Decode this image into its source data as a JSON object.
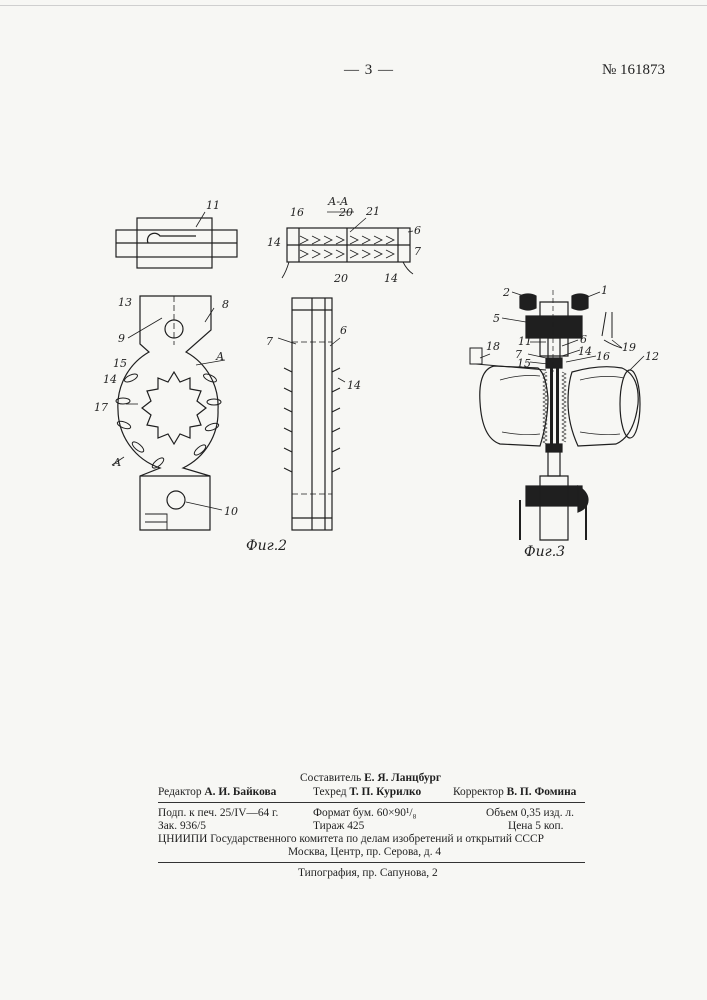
{
  "header": {
    "page_number": "— 3 —",
    "patent_number": "№ 161873"
  },
  "figures": {
    "fig2_caption": "Фиг.2",
    "fig3_caption": "Фиг.3",
    "section_label": "А-А",
    "section_marks": [
      "А",
      "А"
    ],
    "fig2_labels": [
      "11",
      "16",
      "20",
      "21",
      "6",
      "7",
      "14",
      "20",
      "14",
      "13",
      "8",
      "9",
      "15",
      "14",
      "17",
      "10",
      "7",
      "6",
      "14"
    ],
    "fig3_labels": [
      "2",
      "1",
      "5",
      "11",
      "6",
      "7",
      "14",
      "15",
      "16",
      "19",
      "12",
      "18"
    ]
  },
  "imprint": {
    "compiler_label": "Составитель",
    "compiler_name": "Е. Я. Ланцбург",
    "editor_label": "Редактор",
    "editor_name": "А. И. Байкова",
    "techeditor_label": "Техред",
    "techeditor_name": "Т. П. Курилко",
    "corrector_label": "Корректор",
    "corrector_name": "В. П. Фомина",
    "signed": "Подп. к печ. 25/IV—64 г.",
    "format": "Формат бум. 60×90¹/₈",
    "volume": "Объем 0,35 изд. л.",
    "order": "Зак. 936/5",
    "circulation": "Тираж 425",
    "price": "Цена 5 коп.",
    "institute": "ЦНИИПИ Государственного комитета по делам изобретений и открытий СССР",
    "address": "Москва, Центр, пр. Серова, д. 4",
    "printer": "Типография, пр. Сапунова, 2"
  }
}
